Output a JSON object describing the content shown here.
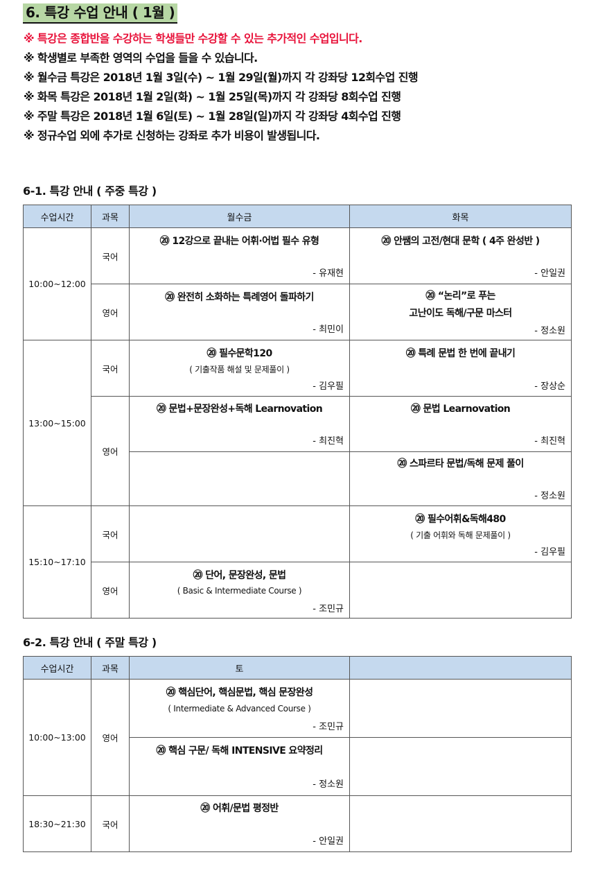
{
  "title": "6. 특강 수업 안내 ( 1월 )",
  "notes": [
    "※ 특강은 종합반을 수강하는 학생들만 수강할 수 있는 추가적인 수업입니다.",
    "※ 학생별로 부족한 영역의 수업을 들을 수 있습니다.",
    "※ 월수금 특강은 2018년 1월 3일(수) ~ 1월 29일(월)까지 각 강좌당 12회수업 진행",
    "※ 화목 특강은 2018년 1월 2일(화) ~ 1월 25일(목)까지 각 강좌당 8회수업 진행",
    "※ 주말 특강은 2018년 1월 6일(토) ~ 1월 28일(일)까지 각 강좌당 4회수업 진행",
    "※ 정규수업 외에 추가로 신청하는 강좌로 추가 비용이 발생됩니다."
  ],
  "weekday": {
    "heading": "6-1. 특강 안내 ( 주중 특강 )",
    "headers": [
      "수업시간",
      "과목",
      "월수금",
      "화목"
    ],
    "times": [
      "10:00~12:00",
      "13:00~15:00",
      "15:10~17:10"
    ],
    "subjects": [
      "국어",
      "영어",
      "국어",
      "영어",
      "국어",
      "영어"
    ],
    "c1": {
      "t1": "⑳ 12강으로 끝내는 어휘·어법 필수 유형",
      "i": "- 유재현"
    },
    "c2": {
      "t1": "⑳ 안쌤의 고전/현대 문학 ( 4주 완성반 )",
      "i": "- 안일권"
    },
    "c3": {
      "t1": "⑳ 완전히 소화하는 특례영어 돌파하기",
      "i": "- 최민이"
    },
    "c4": {
      "t1": "⑳ “논리”로 푸는",
      "t2": "고난이도 독해/구문 마스터",
      "i": "- 정소원"
    },
    "c5": {
      "t1": "⑳ 필수문학120",
      "s": "( 기출작품 해설 및 문제풀이 )",
      "i": "- 김우필"
    },
    "c6": {
      "t1": "⑳ 특례 문법 한 번에 끝내기",
      "i": "- 장상순"
    },
    "c7": {
      "t1": "⑳ 문법+문장완성+독해 Learnovation",
      "i": "- 최진혁"
    },
    "c8": {
      "t1": "⑳ 문법 Learnovation",
      "i": "- 최진혁"
    },
    "c9": {
      "t1": "⑳ 스파르타 문법/독해 문제 풀이",
      "i": "- 정소원"
    },
    "c10": {
      "t1": "⑳ 필수어휘&독해480",
      "s": "( 기출 어휘와 독해 문제풀이 )",
      "i": "- 김우필"
    },
    "c11": {
      "t1": "⑳ 단어, 문장완성, 문법",
      "s": "( Basic & Intermediate Course )",
      "i": "- 조민규"
    }
  },
  "weekend": {
    "heading": "6-2. 특강 안내 ( 주말 특강 )",
    "headers": [
      "수업시간",
      "과목",
      "토",
      ""
    ],
    "times": [
      "10:00~13:00",
      "18:30~21:30"
    ],
    "subjects": [
      "영어",
      "국어"
    ],
    "c1": {
      "t1": "⑳ 핵심단어, 핵심문법, 핵심 문장완성",
      "s": "( Intermediate & Advanced Course )",
      "i": "- 조민규"
    },
    "c2": {
      "t1": "⑳ 핵심 구문/ 독해 INTENSIVE 요약정리",
      "i": "- 정소원"
    },
    "c3": {
      "t1": "⑳ 어휘/문법 평정반",
      "i": "- 안일권"
    }
  }
}
